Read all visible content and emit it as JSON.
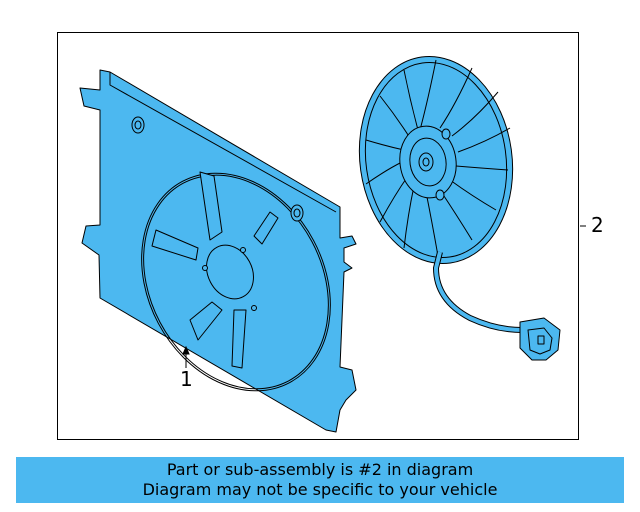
{
  "callouts": {
    "part1": "1",
    "part2": "2"
  },
  "banner": {
    "line1": "Part or sub-assembly is #2 in diagram",
    "line2": "Diagram may not be specific to your vehicle"
  },
  "colors": {
    "part_fill": "#4cb8f0",
    "outline": "#000000",
    "banner_bg": "#4cb8f0"
  }
}
